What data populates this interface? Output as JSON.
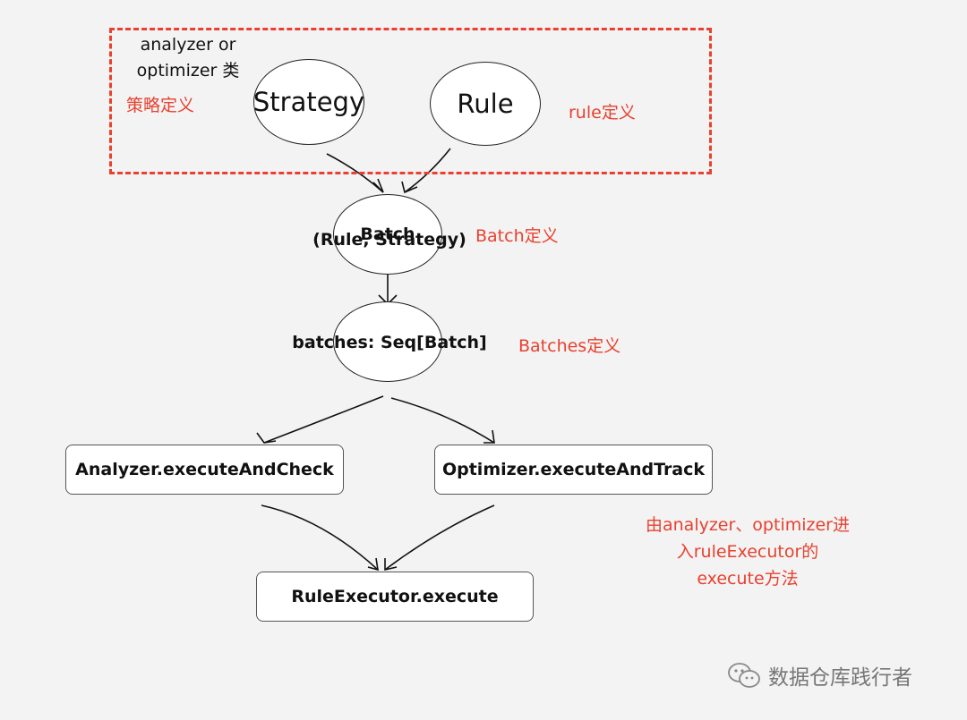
{
  "category_label": {
    "line1": "analyzer or",
    "line2": "optimizer 类"
  },
  "nodes": {
    "strategy": "Strategy",
    "rule": "Rule",
    "batch_line1": "Batch",
    "batch_line2": "(Rule, Strategy)",
    "batches": "batches: Seq[Batch]",
    "analyzer": "Analyzer.executeAndCheck",
    "optimizer": "Optimizer.executeAndTrack",
    "rule_executor": "RuleExecutor.execute"
  },
  "annotations": {
    "strategy_def": "策略定义",
    "rule_def": "rule定义",
    "batch_def": "Batch定义",
    "batches_def": "Batches定义",
    "execute_line1": "由analyzer、optimizer进",
    "execute_line2": "入ruleExecutor的",
    "execute_line3": "execute方法"
  },
  "watermark": {
    "text": "数据仓库践行者",
    "icon": "wechat-icon"
  },
  "colors": {
    "annotation": "#e8412f",
    "background": "#f3f3f3",
    "line": "#111111"
  }
}
